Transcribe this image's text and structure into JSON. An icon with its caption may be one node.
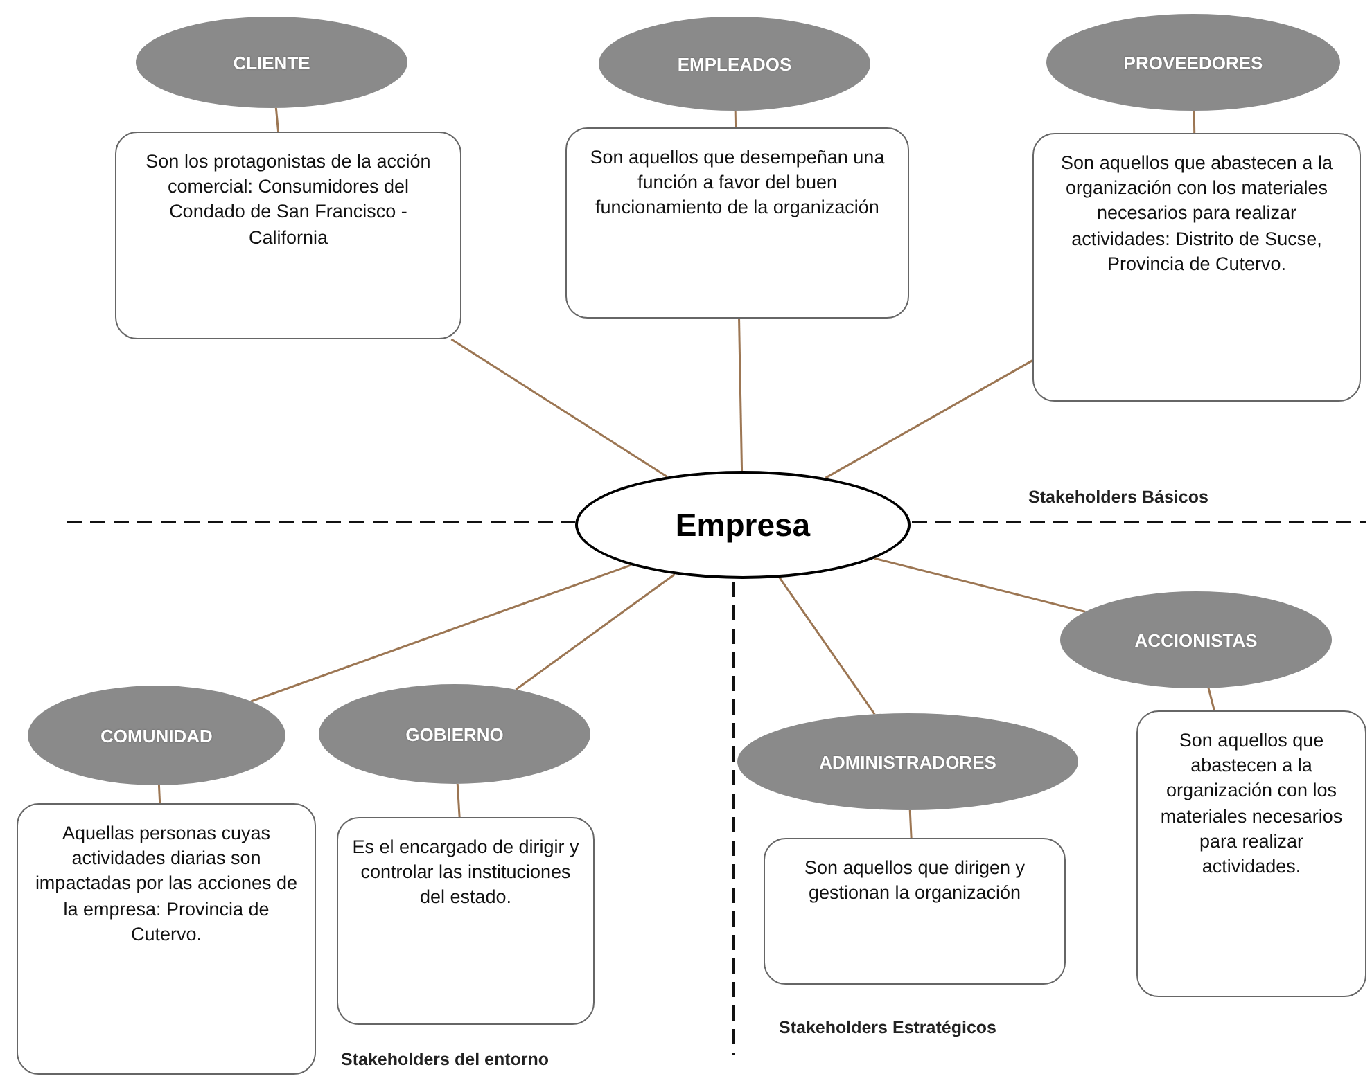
{
  "diagram": {
    "nodes": [
      {
        "text": [
          "Empresa"
        ]
      },
      {
        "text": [
          "CLIENTE"
        ]
      },
      {
        "text": [
          "Son los protagonistas de la acción comercial: Consumidores del Condado de San Francisco - California"
        ]
      },
      {
        "text": [
          "EMPLEADOS"
        ]
      },
      {
        "text": [
          "Son aquellos que desempeñan una función a favor del buen funcionamiento de la organización"
        ]
      },
      {
        "text": [
          "PROVEEDORES"
        ]
      },
      {
        "text": [
          "Son aquellos que abastecen a la organización con los materiales necesarios para realizar actividades: Distrito de Sucse, Provincia de Cutervo."
        ]
      },
      {
        "text": [
          "ACCIONISTAS"
        ]
      },
      {
        "text": [
          "COMUNIDAD"
        ]
      },
      {
        "text": [
          "GOBIERNO"
        ]
      },
      {
        "text": [
          "ADMINISTRADORES"
        ]
      },
      {
        "text": [
          "Son aquellos que abastecen a la organización con los materiales necesarios para realizar actividades."
        ]
      },
      {
        "text": [
          "Aquellas personas cuyas actividades diarias son impactadas por las acciones de la empresa: Provincia de Cutervo."
        ]
      },
      {
        "text": [
          "Es el encargado de dirigir y controlar las instituciones del estado."
        ]
      },
      {
        "text": [
          "Son aquellos que dirigen y gestionan la organización"
        ]
      }
    ],
    "edges": [
      {
        "from": 1,
        "to": 2,
        "arrow": "none"
      },
      {
        "from": 3,
        "to": 4,
        "arrow": "none"
      },
      {
        "from": 5,
        "to": 6,
        "arrow": "none"
      },
      {
        "from": 0,
        "to": 2,
        "arrow": "none"
      },
      {
        "from": 0,
        "to": 4,
        "arrow": "none"
      },
      {
        "from": 0,
        "to": 6,
        "arrow": "none"
      },
      {
        "from": 0,
        "to": 7,
        "arrow": "none"
      },
      {
        "from": 0,
        "to": 8,
        "arrow": "none"
      },
      {
        "from": 0,
        "to": 9,
        "arrow": "none"
      },
      {
        "from": 0,
        "to": 10,
        "arrow": "none"
      },
      {
        "from": 7,
        "to": 11,
        "arrow": "none"
      },
      {
        "from": 8,
        "to": 12,
        "arrow": "none"
      },
      {
        "from": 9,
        "to": 13,
        "arrow": "none"
      },
      {
        "from": 10,
        "to": 14,
        "arrow": "none"
      }
    ],
    "labels": [
      "Stakeholders Básicos",
      "Stakeholders del entorno",
      "Stakeholders Estratégicos"
    ]
  }
}
